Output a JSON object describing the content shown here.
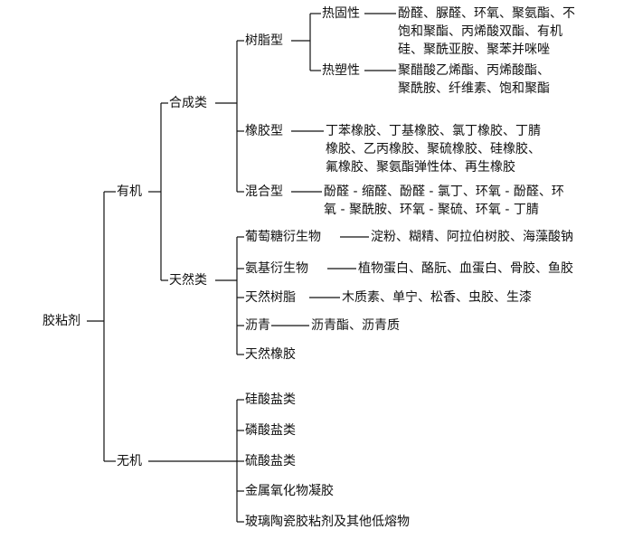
{
  "root": "胶粘剂",
  "organic": {
    "label": "有机",
    "synthetic": {
      "label": "合成类",
      "resin": {
        "label": "树脂型",
        "thermoset": {
          "label": "热固性",
          "lines": [
            "酚醛、脲醛、环氧、聚氨酯、不",
            "饱和聚酯、丙烯酸双酯、有机",
            "硅、聚酰亚胺、聚苯并咪唑"
          ]
        },
        "thermoplastic": {
          "label": "热塑性",
          "lines": [
            "聚醋酸乙烯酯、丙烯酸酯、",
            "聚酰胺、纤维素、饱和聚酯"
          ]
        }
      },
      "rubber": {
        "label": "橡胶型",
        "lines": [
          "丁苯橡胶、丁基橡胶、氯丁橡胶、丁腈",
          "橡胶、乙丙橡胶、聚硫橡胶、硅橡胶、",
          "氟橡胶、聚氨酯弹性体、再生橡胶"
        ]
      },
      "hybrid": {
        "label": "混合型",
        "lines": [
          "酚醛 - 缩醛、酚醛 - 氯丁、环氧 - 酚醛、环",
          "氧 - 聚酰胺、环氧 - 聚硫、环氧 - 丁腈"
        ]
      }
    },
    "natural": {
      "label": "天然类",
      "items": [
        {
          "label": "葡萄糖衍生物",
          "desc": "淀粉、糊精、阿拉伯树胶、海藻酸钠"
        },
        {
          "label": "氨基衍生物",
          "desc": "植物蛋白、酪朊、血蛋白、骨胶、鱼胶"
        },
        {
          "label": "天然树脂",
          "desc": "木质素、单宁、松香、虫胶、生漆"
        },
        {
          "label": "沥青",
          "desc": "沥青酯、沥青质"
        },
        {
          "label": "天然橡胶",
          "desc": ""
        }
      ]
    }
  },
  "inorganic": {
    "label": "无机",
    "items": [
      "硅酸盐类",
      "磷酸盐类",
      "硫酸盐类",
      "金属氧化物凝胶",
      "玻璃陶瓷胶粘剂及其他低熔物"
    ]
  }
}
